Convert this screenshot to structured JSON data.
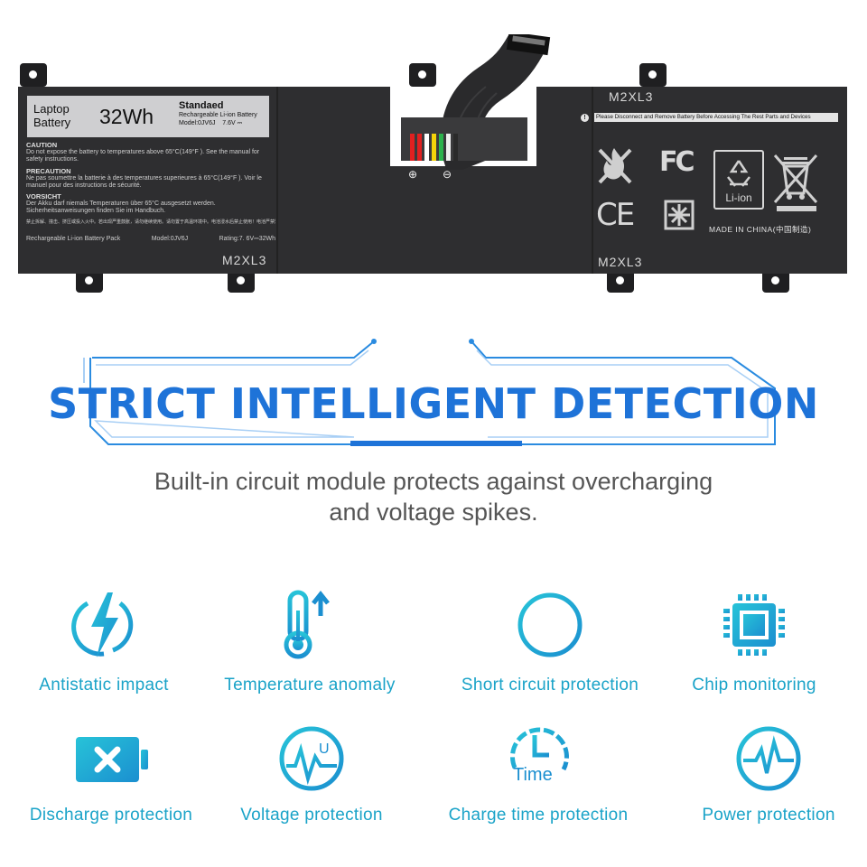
{
  "battery": {
    "label_laptop": "Laptop Battery",
    "label_wh": "32Wh",
    "label_standard": "Standaed",
    "label_sub": "Rechargeable Li-ion Battery",
    "label_model": "Model:0JV6J",
    "label_voltage": "7.6V ⎓",
    "caution_title": "CAUTION",
    "caution_text": "Do not expose the battery to temperatures above 65°C(149°F ). See the manual for safety instructions.",
    "precaution_title": "PRECAUTION",
    "precaution_text": "Ne pas soumettre la batterie à des temperatures superieures à 65°C(149°F ). Voir le manuel pour des instructions de sécurité.",
    "vorsicht_title": "VORSICHT",
    "vorsicht_text": "Der Akku darf niemals Temperaturen über 65°C ausgesetzt werden. Sicherheitsanweisungen finden Sie im Handbuch.",
    "cn_text": "禁止拆解、撞击、挤压或投入火中。若出现严重鼓胀，请勿继续使用。请勿置于高温环境中。电池浸水后禁止使用！电池严禁短路，请参照说明",
    "rating_pack": "Rechargeable Li-ion Battery Pack",
    "rating_model": "Model:0JV6J",
    "rating_value": "Rating:7. 6V⎓32Wh",
    "code_left": "M2XL3",
    "code_right_top": "M2XL3",
    "code_right_bottom": "M2XL3",
    "connector_plus": "⊕",
    "connector_minus": "⊖",
    "notice_mark": "!",
    "notice": "Please Disconnect and Remove Battery Before Accessing The Rest Parts and Devices",
    "fcc": "FC",
    "ce": "CE",
    "liion": "Li-ion",
    "made_in": "MADE IN CHINA(中国制造)"
  },
  "headline": "STRICT INTELLIGENT DETECTION",
  "subline_1": "Built-in circuit module protects against overcharging",
  "subline_2": "and voltage spikes.",
  "colors": {
    "accent_blue": "#1e73d8",
    "icon_teal": "#1aa3c8",
    "battery_black": "#2e2e30"
  },
  "features": [
    {
      "icon": "lightning-shield-icon",
      "label": "Antistatic impact"
    },
    {
      "icon": "thermometer-up-icon",
      "label": "Temperature anomaly"
    },
    {
      "icon": "short-circuit-icon",
      "label": "Short circuit protection"
    },
    {
      "icon": "chip-icon",
      "label": "Chip monitoring"
    },
    {
      "icon": "battery-x-icon",
      "label": "Discharge protection"
    },
    {
      "icon": "voltage-wave-icon",
      "label": "Voltage protection"
    },
    {
      "icon": "clock-time-icon",
      "label": "Charge time protection"
    },
    {
      "icon": "pulse-heart-icon",
      "label": "Power protection"
    }
  ],
  "feature_time_text": "Time",
  "feature_u_text": "U"
}
